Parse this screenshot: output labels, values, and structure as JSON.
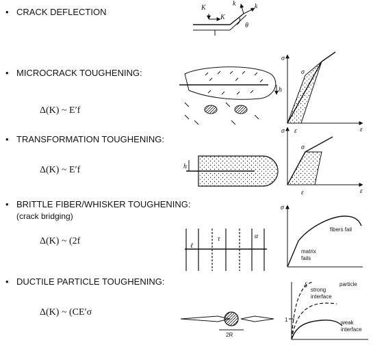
{
  "sections": [
    {
      "bullet": "•",
      "title": "CRACK DEFLECTION",
      "equation": "",
      "figure": {
        "labels": [
          "K",
          "K",
          "k",
          "k",
          "θ"
        ]
      }
    },
    {
      "bullet": "•",
      "title": "MICROCRACK TOUGHENING:",
      "equation": "Δ(K) ~ E′f",
      "figure": {
        "labels": [
          "h"
        ]
      },
      "plot": {
        "labels": [
          "σ",
          "σ",
          "ε",
          "ε"
        ]
      }
    },
    {
      "bullet": "•",
      "title": "TRANSFORMATION TOUGHENING:",
      "equation": "Δ(K) ~ E′f",
      "figure": {
        "labels": [
          "h"
        ]
      },
      "plot": {
        "labels": [
          "σ",
          "σ",
          "ε",
          "ε"
        ]
      }
    },
    {
      "bullet": "•",
      "title": "BRITTLE FIBER/WHISKER TOUGHENING:",
      "subtitle": "(crack bridging)",
      "equation": "Δ(K) ~ (2f",
      "figure": {
        "labels": [
          "ℓ",
          "τ",
          "α"
        ]
      },
      "plot": {
        "labels": [
          "σ",
          "fibers fail",
          "matrix",
          "fails"
        ]
      }
    },
    {
      "bullet": "•",
      "title": "DUCTILE PARTICLE TOUGHENING:",
      "equation": "Δ(K) ~ (CE′σ",
      "figure": {
        "labels": [
          "2R"
        ]
      },
      "plot": {
        "labels": [
          "particle",
          "strong",
          "interface",
          "weak",
          "interface",
          "1",
          "δ"
        ]
      }
    }
  ]
}
